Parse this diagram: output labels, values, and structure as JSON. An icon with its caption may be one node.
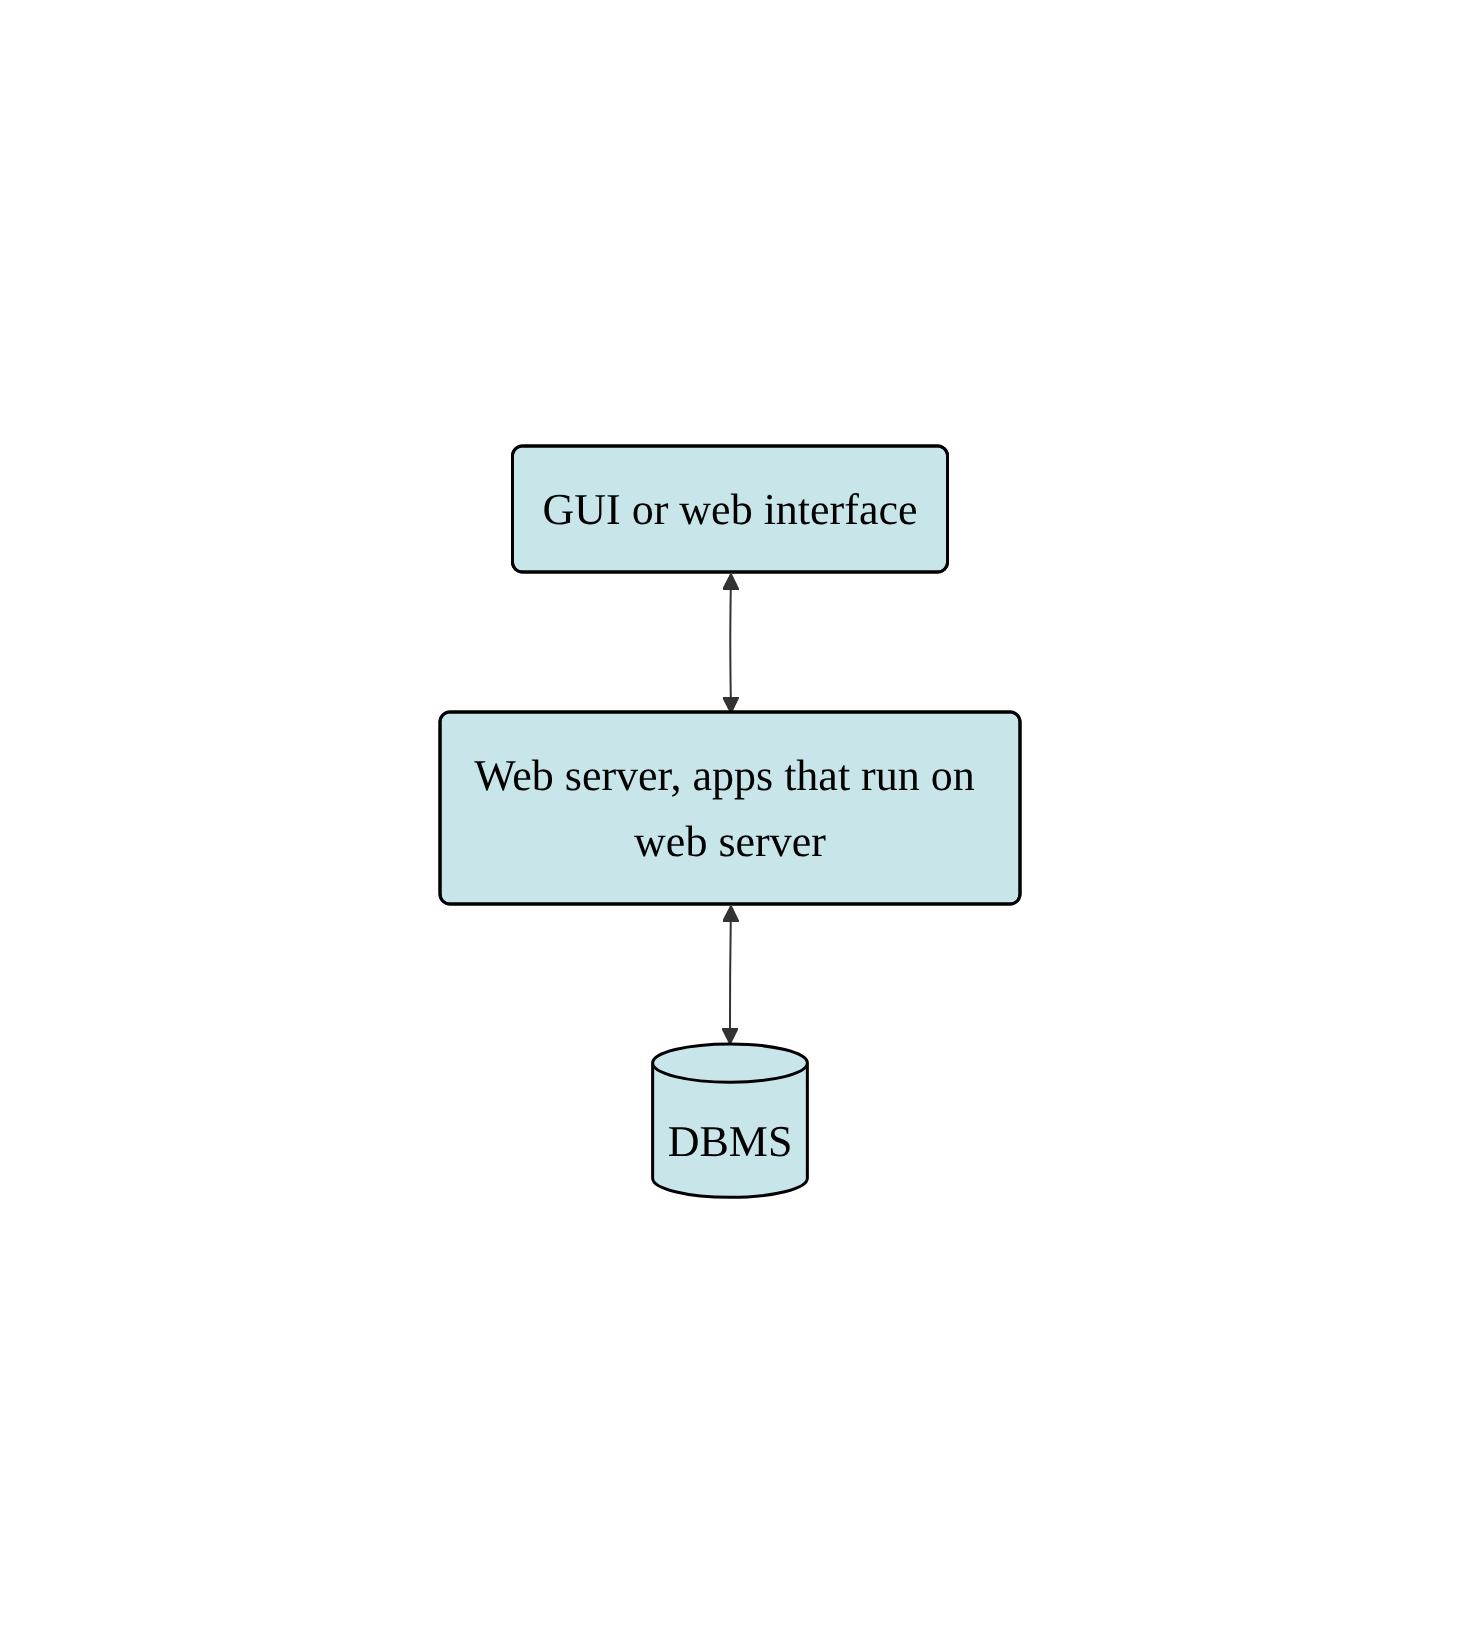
{
  "diagram": {
    "nodes": [
      {
        "text": [
          "GUI or web interface"
        ]
      },
      {
        "text": [
          "Web server, apps that run on web server"
        ]
      },
      {
        "text": [
          "DBMS"
        ]
      }
    ],
    "edges": [
      {
        "from": 0,
        "to": 1,
        "arrow": "both"
      },
      {
        "from": 1,
        "to": 2,
        "arrow": "both"
      }
    ]
  }
}
